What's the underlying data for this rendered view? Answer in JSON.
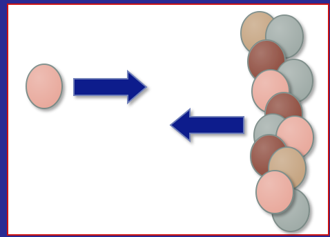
{
  "frame": {
    "outer_color": "#2a2a93",
    "border_color": "#cc1111",
    "panel_color": "#ffffff"
  },
  "single_disc": {
    "color": "#e8a89b"
  },
  "arrows": [
    {
      "name": "arrow-right",
      "direction": "right",
      "color": "#0c1f8c"
    },
    {
      "name": "arrow-left",
      "direction": "left",
      "color": "#0c1f8c"
    }
  ],
  "disc_stack": [
    {
      "color": "#c4a27e"
    },
    {
      "color": "#9eaaa6"
    },
    {
      "color": "#8d4a3c"
    },
    {
      "color": "#9eaaa6"
    },
    {
      "color": "#e8a89b"
    },
    {
      "color": "#8d4a3c"
    },
    {
      "color": "#9eaaa6"
    },
    {
      "color": "#e8a89b"
    },
    {
      "color": "#8d4a3c"
    },
    {
      "color": "#c4a27e"
    },
    {
      "color": "#9eaaa6"
    },
    {
      "color": "#e8a89b"
    }
  ]
}
